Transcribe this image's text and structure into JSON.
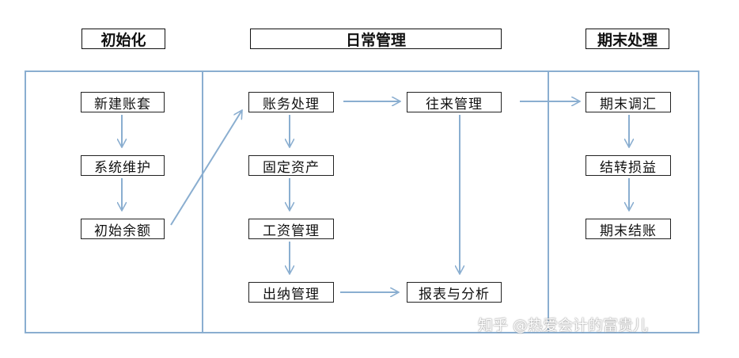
{
  "sections": {
    "init": "初始化",
    "daily": "日常管理",
    "period_end": "期末处理"
  },
  "nodes": {
    "new_account_set": "新建账套",
    "system_maintenance": "系统维护",
    "initial_balance": "初始余额",
    "accounting": "账务处理",
    "fixed_assets": "固定资产",
    "payroll": "工资管理",
    "cashier": "出纳管理",
    "receivables_payables": "往来管理",
    "reports_analysis": "报表与分析",
    "period_end_exchange": "期末调汇",
    "transfer_pl": "结转损益",
    "period_end_closing": "期末结账"
  },
  "colors": {
    "frame": "#8aaed0",
    "arrow": "#8aaed0",
    "box_border": "#222222"
  },
  "watermark": "知乎 @热爱会计的富贵儿"
}
